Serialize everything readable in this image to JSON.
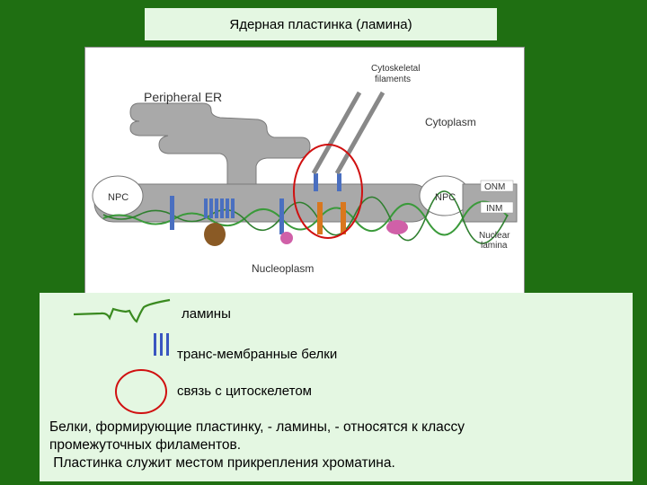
{
  "title": "Ядерная пластинка (ламина)",
  "diagram": {
    "labels": {
      "peripheral_er": "Peripheral ER",
      "cytoskeletal_1": "Cytoskeletal",
      "cytoskeletal_2": "filaments",
      "cytoplasm": "Cytoplasm",
      "npc": "NPC",
      "onm": "ONM",
      "inm": "INM",
      "nuclear_1": "Nuclear",
      "nuclear_2": "lamina",
      "nucleoplasm": "Nucleoplasm"
    },
    "colors": {
      "membrane": "#a9a9a9",
      "lamina": "#3a9a3a",
      "highlight_circle": "#d01010",
      "protein_blue": "#4a6fc0",
      "protein_orange": "#d9771e",
      "protein_brown": "#8a5a25",
      "protein_pink": "#d060a8"
    }
  },
  "legend": {
    "laminy": "ламины",
    "transmembrane": "транс-мембранные белки",
    "cytoskeleton_link": "связь с цитоскелетом"
  },
  "description": {
    "line1": "Белки, формирующие пластинку, - ламины, - относятся к классу",
    "line2": "промежуточных филаментов.",
    "line3": " Пластинка служит местом прикрепления хроматина."
  }
}
